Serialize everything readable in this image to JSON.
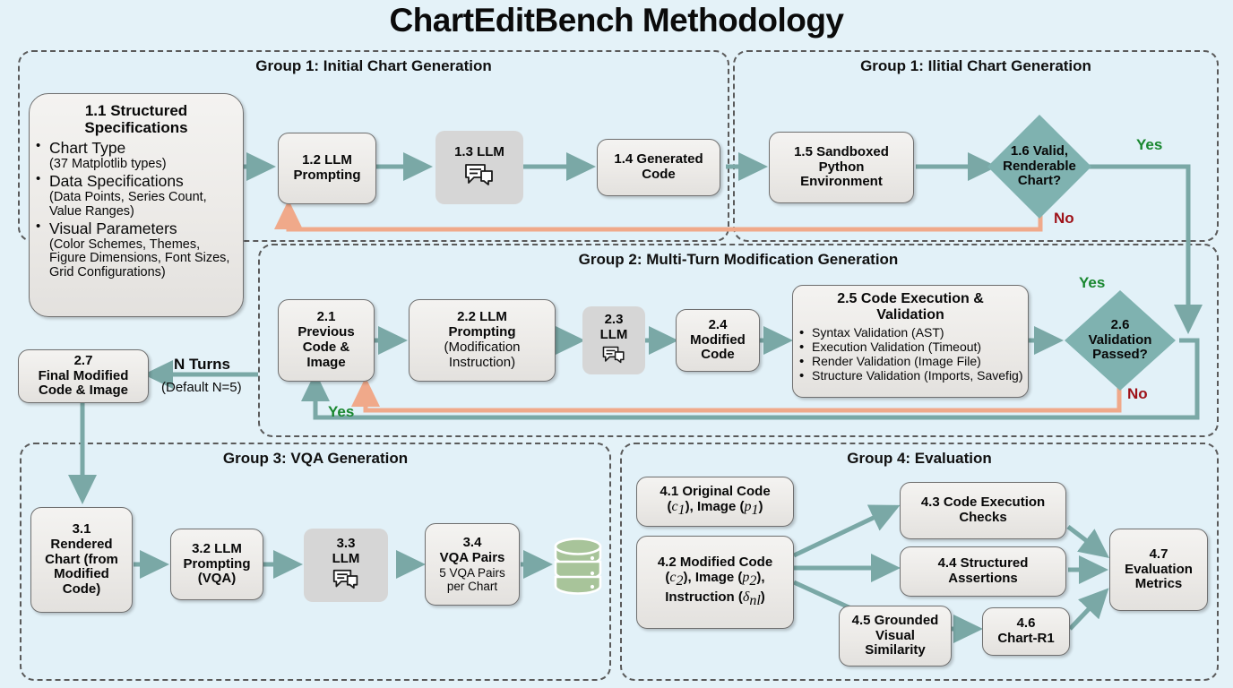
{
  "title": "ChartEditBench Methodology",
  "colors": {
    "background": "#e4f2f8",
    "node_fill": "#eeecea",
    "node_border": "#6f6f6f",
    "llm_fill": "#d6d6d6",
    "diamond_fill": "#7fb2b0",
    "arrow_teal": "#7aa8a6",
    "arrow_orange": "#f0a98a",
    "yes_green": "#19872f",
    "no_red": "#9e1118",
    "db_green": "#a8c49a",
    "group_border": "#5a5a5a"
  },
  "groups": {
    "g1_left": {
      "title": "Group 1: Initial Chart Generation"
    },
    "g1_right": {
      "title": "Group 1: Ilitial Chart Generation"
    },
    "g2": {
      "title": "Group 2: Multi-Turn Modification Generation"
    },
    "g3": {
      "title": "Group 3: VQA Generation"
    },
    "g4": {
      "title": "Group 4: Evaluation"
    }
  },
  "nodes": {
    "n11": {
      "head_line1": "1.1 Structured",
      "head_line2": "Specifications",
      "bullets": [
        {
          "main": "Chart Type",
          "sub": "(37 Matplotlib types)"
        },
        {
          "main": "Data Specifications",
          "sub": "(Data Points, Series Count, Value Ranges)"
        },
        {
          "main": "Visual Parameters",
          "sub": "(Color Schemes, Themes, Figure Dimensions, Font Sizes, Grid Configurations)"
        }
      ]
    },
    "n12": {
      "line1": "1.2 LLM",
      "line2": "Prompting"
    },
    "n13": {
      "line1": "1.3 LLM"
    },
    "n14": {
      "line1": "1.4 Generated",
      "line2": "Code"
    },
    "n15": {
      "line1": "1.5 Sandboxed",
      "line2": "Python",
      "line3": "Environment"
    },
    "n16": {
      "line1": "1.6 Valid,",
      "line2": "Renderable",
      "line3": "Chart?"
    },
    "n21": {
      "line1": "2.1",
      "line2": "Previous",
      "line3": "Code &",
      "line4": "Image"
    },
    "n22": {
      "line1": "2.2 LLM",
      "line2": "Prompting",
      "line3": "(Modification",
      "line4": "Instruction)"
    },
    "n23": {
      "line1": "2.3",
      "line2": "LLM"
    },
    "n24": {
      "line1": "2.4",
      "line2": "Modified",
      "line3": "Code"
    },
    "n25": {
      "head_line1": "2.5 Code Execution &",
      "head_line2": "Validation",
      "bullets": [
        "Syntax Validation (AST)",
        "Execution Validation (Timeout)",
        "Render Validation (Image File)",
        "Structure Validation (Imports, Savefig)"
      ]
    },
    "n26": {
      "line1": "2.6",
      "line2": "Validation",
      "line3": "Passed?"
    },
    "n27": {
      "line1": "2.7",
      "line2": "Final Modified",
      "line3": "Code & Image"
    },
    "n31": {
      "line1": "3.1",
      "line2": "Rendered",
      "line3": "Chart (from",
      "line4": "Modified",
      "line5": "Code)"
    },
    "n32": {
      "line1": "3.2 LLM",
      "line2": "Prompting",
      "line3": "(VQA)"
    },
    "n33": {
      "line1": "3.3",
      "line2": "LLM"
    },
    "n34": {
      "line1": "3.4",
      "line2": "VQA Pairs",
      "sub1": "5 VQA Pairs",
      "sub2": "per Chart"
    },
    "n41": {
      "line1": "4.1 Original Code",
      "line2_pre": "(",
      "line2_c": "c",
      "line2_c_sub": "1",
      "line2_mid": "), Image (",
      "line2_p": "p",
      "line2_p_sub": "1",
      "line2_post": ")"
    },
    "n42": {
      "line1": "4.2 Modified Code",
      "line2": "(c2), Image (p2),",
      "line3": "Instruction (δnl)"
    },
    "n43": {
      "line1": "4.3 Code Execution",
      "line2": "Checks"
    },
    "n44": {
      "line1": "4.4 Structured",
      "line2": "Assertions"
    },
    "n45": {
      "line1": "4.5 Grounded",
      "line2": "Visual",
      "line3": "Similarity"
    },
    "n46": {
      "line1": "4.6",
      "line2": "Chart-R1"
    },
    "n47": {
      "line1": "4.7",
      "line2": "Evaluation",
      "line3": "Metrics"
    }
  },
  "edge_labels": {
    "yes_1": "Yes",
    "no_1": "No",
    "yes_2": "Yes",
    "no_2": "No",
    "yes_loop": "Yes",
    "n_turns": "N Turns",
    "n_turns_sub": "(Default N=5)"
  },
  "icons": {
    "llm": "speech-bubbles-icon",
    "database": "database-cylinder-icon"
  }
}
